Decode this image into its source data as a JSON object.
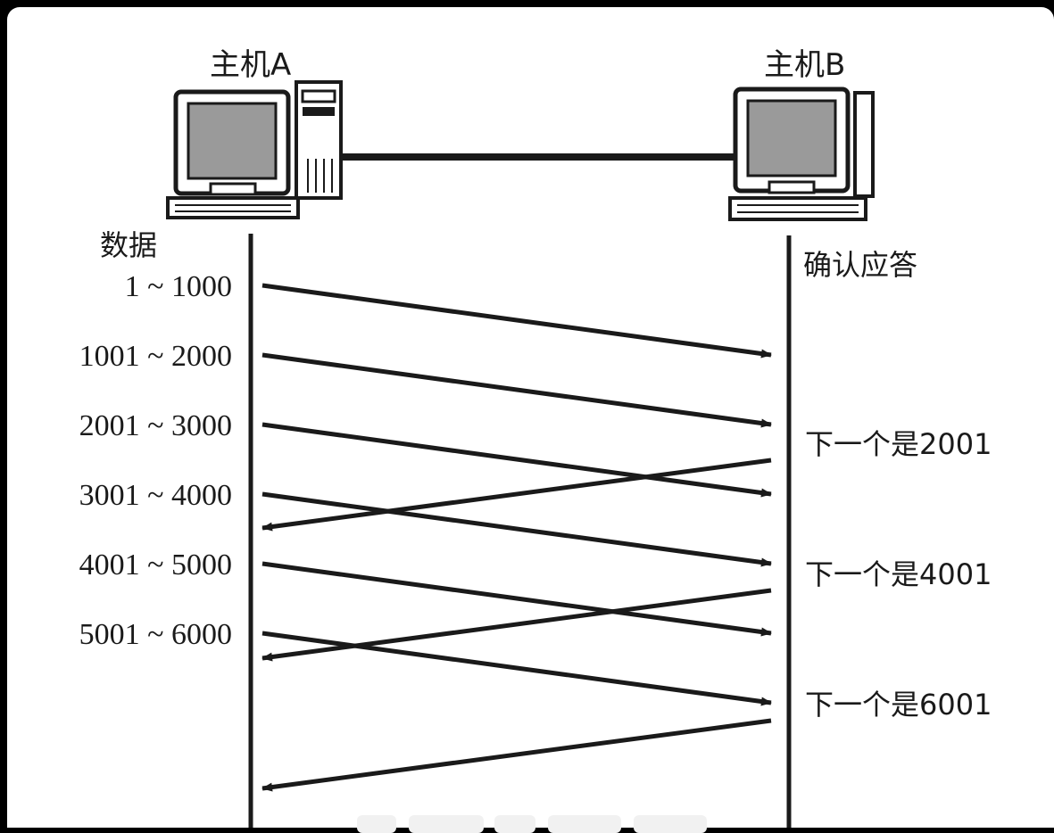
{
  "hosts": {
    "a": {
      "label": "主机A"
    },
    "b": {
      "label": "主机B"
    }
  },
  "labels": {
    "data": "数据",
    "ack": "确认应答"
  },
  "segments": [
    {
      "range": "1 ~ 1000",
      "start": 1,
      "end": 1000
    },
    {
      "range": "1001 ~ 2000",
      "start": 1001,
      "end": 2000
    },
    {
      "range": "2001 ~ 3000",
      "start": 2001,
      "end": 3000
    },
    {
      "range": "3001 ~ 4000",
      "start": 3001,
      "end": 4000
    },
    {
      "range": "4001 ~ 5000",
      "start": 4001,
      "end": 5000
    },
    {
      "range": "5001 ~ 6000",
      "start": 5001,
      "end": 6000
    }
  ],
  "acks": [
    {
      "text": "下一个是2001",
      "next": 2001
    },
    {
      "text": "下一个是4001",
      "next": 4001
    },
    {
      "text": "下一个是6001",
      "next": 6001
    }
  ],
  "colors": {
    "ink": "#1a1a1a",
    "screen": "#9a9a9a",
    "background": "#ffffff"
  }
}
